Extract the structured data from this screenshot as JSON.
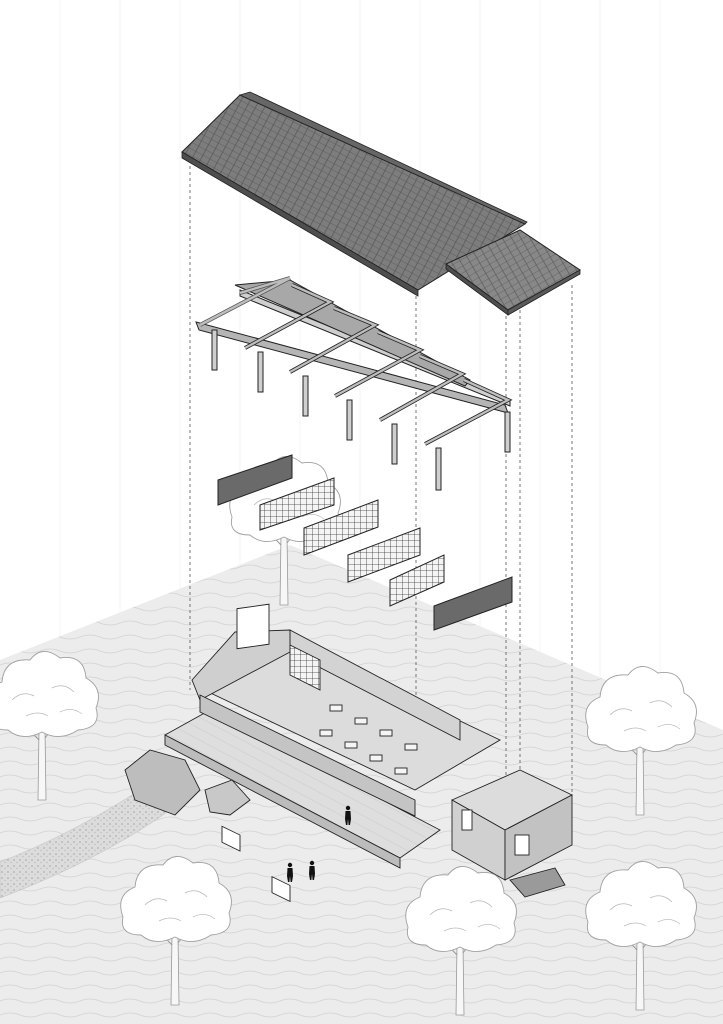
{
  "drawing": {
    "type": "exploded-axonometric",
    "components": [
      {
        "id": "roof",
        "name": "roof-shingles-icon"
      },
      {
        "id": "frame",
        "name": "timber-truss-frame-icon"
      },
      {
        "id": "gables",
        "name": "gable-wall-panels-icon",
        "panel_count": 6
      },
      {
        "id": "base",
        "name": "building-floor-plan-icon"
      }
    ],
    "trees": 6,
    "people": 3,
    "colors": {
      "background": "#ffffff",
      "ground": "#ebebeb",
      "path": "#d8d8d8",
      "roof_top": "#7d7d7d",
      "roof_side": "#5c5c5c",
      "timber": "#b5b5b5",
      "panel_dark": "#6a6a6a",
      "wall": "#d3d3d3",
      "floor": "#dcdcdc",
      "line": "#222222",
      "tree_line": "#999999"
    }
  }
}
